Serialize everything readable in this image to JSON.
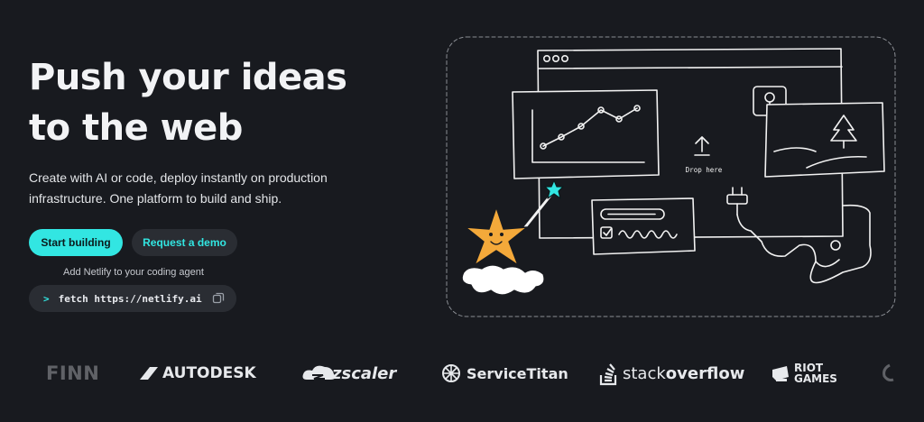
{
  "hero": {
    "headline_line1": "Push your ideas",
    "headline_line2": "to the web",
    "subtext": "Create with AI or code, deploy instantly on production infrastructure. One platform to build and ship.",
    "primary_cta": "Start building",
    "secondary_cta": "Request a demo",
    "agent_label": "Add Netlify to your coding agent",
    "command_prompt": ">",
    "command": "fetch https://netlify.ai"
  },
  "illustration": {
    "drop_text": "Drop here"
  },
  "logos": {
    "finn": "FINN",
    "autodesk": "AUTODESK",
    "zscaler": "zscaler",
    "servicetitan": "ServiceTitan",
    "stack_a": "stack",
    "stack_b": "overflow",
    "riot_a": "RIOT",
    "riot_b": "GAMES"
  },
  "colors": {
    "background": "#181a1f",
    "accent": "#32e6e2",
    "surface": "#2a2d33",
    "star": "#f4a93a"
  }
}
